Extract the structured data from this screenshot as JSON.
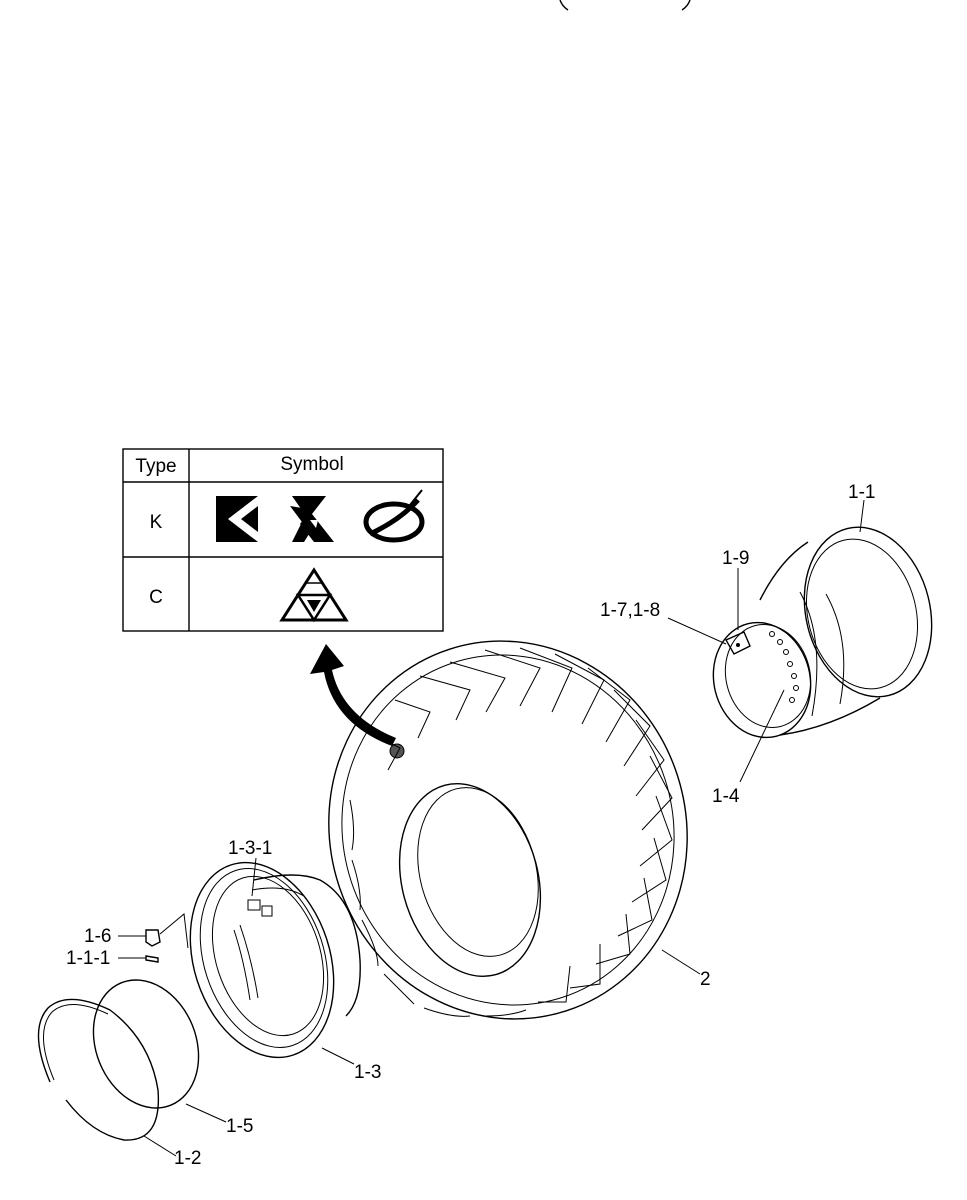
{
  "symbol_table": {
    "headers": {
      "type": "Type",
      "symbol": "Symbol"
    },
    "rows": [
      {
        "type": "K",
        "symbols": [
          "k-logo-icon",
          "r-logo-icon",
          "globe-logo-icon"
        ]
      },
      {
        "type": "C",
        "symbols": [
          "triforce-logo-icon"
        ]
      }
    ]
  },
  "callouts": {
    "p1_1": "1-1",
    "p1_9": "1-9",
    "p1_7_8": "1-7,1-8",
    "p1_4": "1-4",
    "p1_3_1": "1-3-1",
    "p1_6": "1-6",
    "p1_1_1": "1-1-1",
    "p2": "2",
    "p1_3": "1-3",
    "p1_5": "1-5",
    "p1_2": "1-2"
  }
}
